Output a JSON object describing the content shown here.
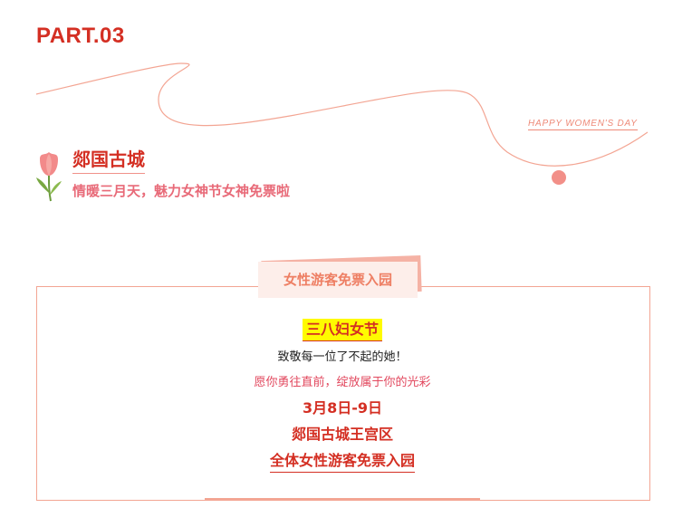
{
  "header": {
    "part_label": "PART.03",
    "tagline": "HAPPY WOMEN'S DAY"
  },
  "section": {
    "title": "郯国古城",
    "subtitle": "情暖三月天，魅力女神节女神免票啦"
  },
  "card": {
    "tag": "女性游客免票入园",
    "highlight": "三八妇女节",
    "line1": "致敬每一位了不起的她！",
    "line2": "愿你勇往直前，绽放属于你的光彩",
    "date": "3月8日-9日",
    "place": "郯国古城王宫区",
    "offer": "全体女性游客免票入园"
  },
  "colors": {
    "accent_red": "#d42f23",
    "pink_line": "#f3a593",
    "dot": "#f08a86",
    "highlight": "#fffb00"
  },
  "icons": [
    "tulip-icon",
    "dot-icon"
  ]
}
